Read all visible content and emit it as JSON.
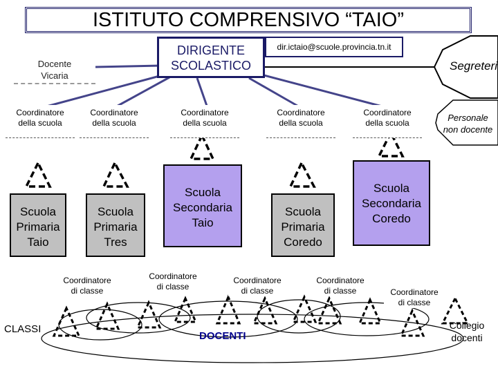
{
  "title": "ISTITUTO COMPRENSIVO “TAIO”",
  "dirigente": {
    "line1": "DIRIGENTE",
    "line2": "SCOLASTICO"
  },
  "email": "dir.ictaio@scuole.provincia.tn.it",
  "segreteria": "Segreteria",
  "vicaria": {
    "line1": "Docente",
    "line2": "Vicaria"
  },
  "personale": {
    "line1": "Personale",
    "line2": "non docente"
  },
  "coordinatori_scuola": [
    {
      "line1": "Coordinatore",
      "line2": "della scuola"
    },
    {
      "line1": "Coordinatore",
      "line2": "della scuola"
    },
    {
      "line1": "Coordinatore",
      "line2": "della scuola"
    },
    {
      "line1": "Coordinatore",
      "line2": "della scuola"
    },
    {
      "line1": "Coordinatore",
      "line2": "della scuola"
    }
  ],
  "scuole": [
    {
      "line1": "Scuola",
      "line2": "Primaria",
      "line3": "Taio"
    },
    {
      "line1": "Scuola",
      "line2": "Primaria",
      "line3": "Tres"
    },
    {
      "line1": "Scuola",
      "line2": "Secondaria",
      "line3": "Taio"
    },
    {
      "line1": "Scuola",
      "line2": "Primaria",
      "line3": "Coredo"
    },
    {
      "line1": "Scuola",
      "line2": "Secondaria",
      "line3": "Coredo"
    }
  ],
  "coordinatori_classe": [
    {
      "line1": "Coordinatore",
      "line2": "di classe"
    },
    {
      "line1": "Coordinatore",
      "line2": "di classe"
    },
    {
      "line1": "Coordinatore",
      "line2": "di classe"
    },
    {
      "line1": "Coordinatore",
      "line2": "di classe"
    },
    {
      "line1": "Coordinatore",
      "line2": "di classe"
    }
  ],
  "collegio": {
    "line1": "Collegio",
    "line2": "docenti"
  },
  "classi": "CLASSI",
  "docenti": "DOCENTI",
  "colors": {
    "navy": "#1a1a66",
    "primaria": "#c0c0c0",
    "secondaria": "#b4a0ee",
    "docenti": "#00008b"
  }
}
